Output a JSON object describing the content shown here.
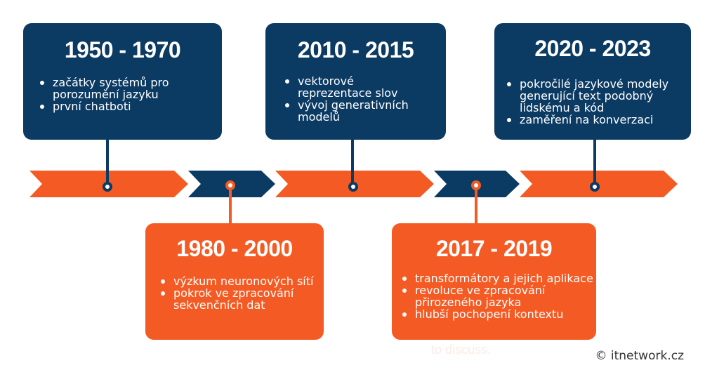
{
  "colors": {
    "navy": "#0b3a63",
    "orange": "#f45b24"
  },
  "timeline": [
    {
      "title": "1950 - 1970",
      "color": "navy",
      "bullets": [
        "začátky systémů pro porozumění jazyku",
        "první chatboti"
      ]
    },
    {
      "title": "1980 - 2000",
      "color": "orange",
      "bullets": [
        "výzkum neuronových sítí",
        "pokrok  ve zpracování sekvenčních dat"
      ]
    },
    {
      "title": "2010 - 2015",
      "color": "navy",
      "bullets": [
        "vektorové reprezentace slov",
        "vývoj generativních modelů"
      ]
    },
    {
      "title": "2017 - 2019",
      "color": "orange",
      "bullets": [
        "transformátory a jejich aplikace",
        "revoluce ve zpracování přirozeného jazyka",
        "hlubší pochopení kontextu"
      ]
    },
    {
      "title": "2020 - 2023",
      "color": "navy",
      "bullets": [
        "pokročilé jazykové modely generující text podobný lidskému a kód",
        "zaměření na konverzaci"
      ]
    }
  ],
  "watermark": "to discuss.",
  "copyright": "© itnetwork.cz"
}
